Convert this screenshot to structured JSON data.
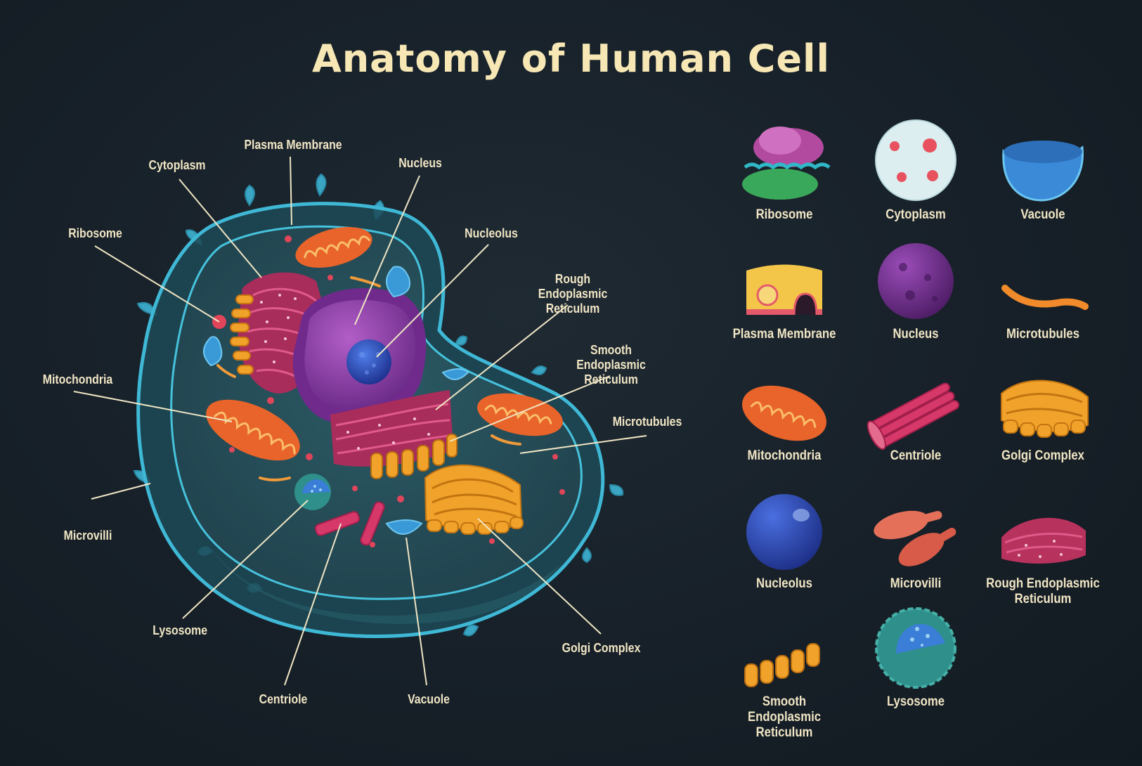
{
  "title": "Anatomy of Human Cell",
  "callouts": [
    {
      "key": "plasma_membrane",
      "text": "Plasma Membrane"
    },
    {
      "key": "cytoplasm",
      "text": "Cytoplasm"
    },
    {
      "key": "nucleus",
      "text": "Nucleus"
    },
    {
      "key": "ribosome",
      "text": "Ribosome"
    },
    {
      "key": "nucleolus",
      "text": "Nucleolus"
    },
    {
      "key": "rough_er",
      "text": "Rough Endoplasmic Reticulum"
    },
    {
      "key": "smooth_er",
      "text": "Smooth Endoplasmic Reticulum"
    },
    {
      "key": "mitochondria",
      "text": "Mitochondria"
    },
    {
      "key": "microtubules",
      "text": "Microtubules"
    },
    {
      "key": "microvilli",
      "text": "Microvilli"
    },
    {
      "key": "lysosome",
      "text": "Lysosome"
    },
    {
      "key": "golgi",
      "text": "Golgi Complex"
    },
    {
      "key": "centriole",
      "text": "Centriole"
    },
    {
      "key": "vacuole",
      "text": "Vacuole"
    }
  ],
  "gallery": [
    {
      "key": "ribosome",
      "text": "Ribosome",
      "icon": "ribosome-icon"
    },
    {
      "key": "cytoplasm",
      "text": "Cytoplasm",
      "icon": "cytoplasm-icon"
    },
    {
      "key": "vacuole",
      "text": "Vacuole",
      "icon": "vacuole-icon"
    },
    {
      "key": "plasma_membrane",
      "text": "Plasma Membrane",
      "icon": "plasma-membrane-icon"
    },
    {
      "key": "nucleus",
      "text": "Nucleus",
      "icon": "nucleus-icon"
    },
    {
      "key": "microtubules",
      "text": "Microtubules",
      "icon": "microtubules-icon"
    },
    {
      "key": "mitochondria",
      "text": "Mitochondria",
      "icon": "mitochondria-icon"
    },
    {
      "key": "centriole",
      "text": "Centriole",
      "icon": "centriole-icon"
    },
    {
      "key": "golgi",
      "text": "Golgi Complex",
      "icon": "golgi-icon"
    },
    {
      "key": "nucleolus",
      "text": "Nucleolus",
      "icon": "nucleolus-icon"
    },
    {
      "key": "microvilli",
      "text": "Microvilli",
      "icon": "microvilli-icon"
    },
    {
      "key": "rough_er",
      "text": "Rough Endoplasmic Reticulum",
      "icon": "rough-er-icon"
    },
    {
      "key": "smooth_er",
      "text": "Smooth Endoplasmic Reticulum",
      "icon": "smooth-er-icon"
    },
    {
      "key": "lysosome",
      "text": "Lysosome",
      "icon": "lysosome-icon"
    }
  ],
  "colors": {
    "background": "#172028",
    "title": "#f6e7b4",
    "label": "#f1e6c5",
    "membrane": "#3fb8d6",
    "nucleus": "#8e3fa8",
    "mitochondria": "#e8642a",
    "golgi": "#f0a52a",
    "rough_er": "#b8325e",
    "vacuole": "#3a9ad8",
    "nucleolus": "#2a4fb8"
  }
}
